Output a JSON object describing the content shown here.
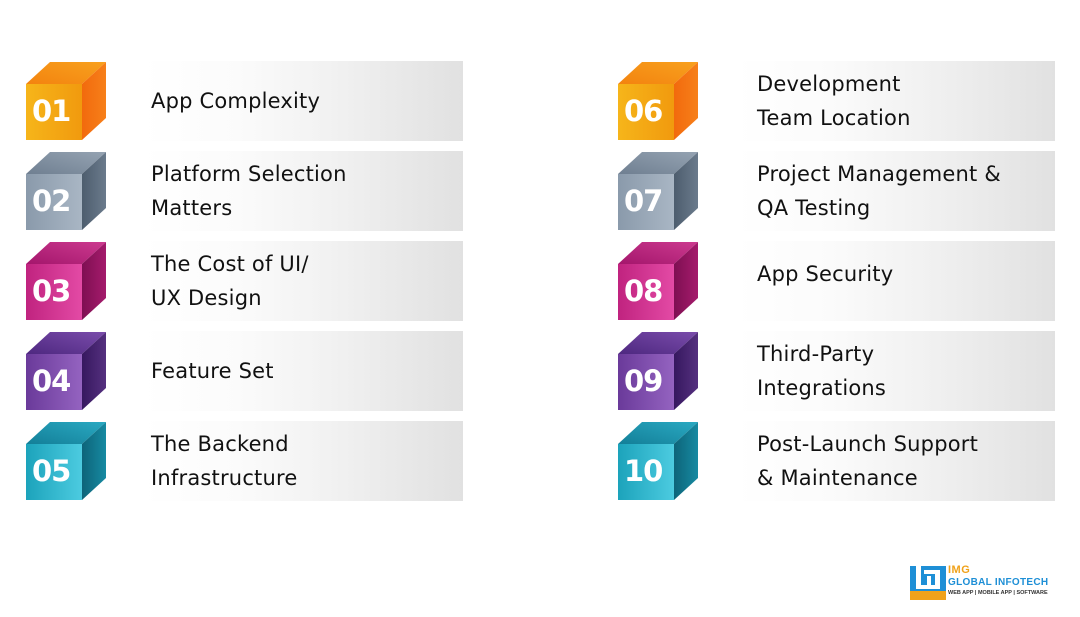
{
  "items": [
    {
      "num": "01",
      "lines": [
        "App Complexity"
      ],
      "colors": {
        "front1": "#f6b51a",
        "front2": "#f19a0e",
        "top1": "#f3830f",
        "top2": "#f8a11e",
        "side1": "#f26a0d",
        "side2": "#f7801a"
      }
    },
    {
      "num": "02",
      "lines": [
        "Platform Selection",
        "Matters"
      ],
      "colors": {
        "front1": "#8a9aab",
        "front2": "#a9b6c4",
        "top1": "#6f7f91",
        "top2": "#95a3b2",
        "side1": "#4d5d6e",
        "side2": "#6b7b8c"
      }
    },
    {
      "num": "03",
      "lines": [
        "The Cost of UI/",
        "UX Design"
      ],
      "colors": {
        "front1": "#c0237f",
        "front2": "#e34aa5",
        "top1": "#a4166c",
        "top2": "#cc3a8f",
        "side1": "#7e0f52",
        "side2": "#a51b6c"
      }
    },
    {
      "num": "04",
      "lines": [
        "Feature Set"
      ],
      "colors": {
        "front1": "#6a3a9a",
        "front2": "#9463c0",
        "top1": "#4e2880",
        "top2": "#7a4cab",
        "side1": "#36185f",
        "side2": "#55307f"
      }
    },
    {
      "num": "05",
      "lines": [
        "The Backend",
        "Infrastructure"
      ],
      "colors": {
        "front1": "#1ca3bb",
        "front2": "#4ccbe0",
        "top1": "#137f98",
        "top2": "#2aa9c2",
        "side1": "#0d6479",
        "side2": "#178aa2"
      }
    },
    {
      "num": "06",
      "lines": [
        "Development",
        "Team Location"
      ],
      "colors": {
        "front1": "#f6b51a",
        "front2": "#f19a0e",
        "top1": "#f3830f",
        "top2": "#f8a11e",
        "side1": "#f26a0d",
        "side2": "#f7801a"
      }
    },
    {
      "num": "07",
      "lines": [
        "Project Management &",
        "QA Testing"
      ],
      "colors": {
        "front1": "#8a9aab",
        "front2": "#a9b6c4",
        "top1": "#6f7f91",
        "top2": "#95a3b2",
        "side1": "#4d5d6e",
        "side2": "#6b7b8c"
      }
    },
    {
      "num": "08",
      "lines": [
        "App Security"
      ],
      "colors": {
        "front1": "#c0237f",
        "front2": "#e34aa5",
        "top1": "#a4166c",
        "top2": "#cc3a8f",
        "side1": "#7e0f52",
        "side2": "#a51b6c"
      }
    },
    {
      "num": "09",
      "lines": [
        "Third-Party",
        "Integrations"
      ],
      "colors": {
        "front1": "#6a3a9a",
        "front2": "#9463c0",
        "top1": "#4e2880",
        "top2": "#7a4cab",
        "side1": "#36185f",
        "side2": "#55307f"
      }
    },
    {
      "num": "10",
      "lines": [
        "Post-Launch Support",
        "& Maintenance"
      ],
      "colors": {
        "front1": "#1ca3bb",
        "front2": "#4ccbe0",
        "top1": "#137f98",
        "top2": "#2aa9c2",
        "side1": "#0d6479",
        "side2": "#178aa2"
      }
    }
  ],
  "logo": {
    "mark": "IMG",
    "name": "GLOBAL INFOTECH",
    "tagline": "WEB APP | MOBILE APP | SOFTWARE",
    "colors": {
      "blue": "#1e8fd6",
      "orange": "#f0a21a"
    }
  }
}
